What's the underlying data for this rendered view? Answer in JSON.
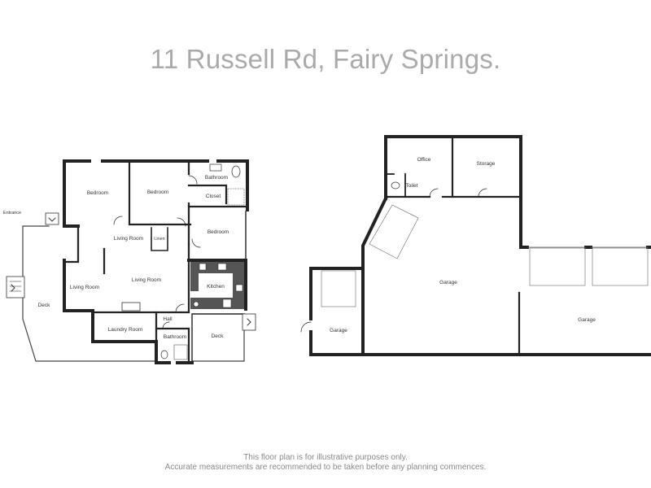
{
  "title": "11 Russell Rd, Fairy Springs.",
  "rooms": {
    "bedroom_1": "Bedroom",
    "bedroom_2": "Bedroom",
    "bathroom_1": "Bathroom",
    "closet": "Closet",
    "bedroom_3": "Bedroom",
    "living_room_1": "Living Room",
    "linen": "Linen",
    "living_room_2": "Living Room",
    "living_room_3": "Living Room",
    "kitchen": "Kitchen",
    "deck_1": "Deck",
    "hall": "Hall",
    "laundry_room": "Laundry Room",
    "bathroom_2": "Bathroom",
    "deck_2": "Deck",
    "entrance": "Entrance",
    "office": "Office",
    "storage": "Storage",
    "toilet": "Toilet",
    "garage_1": "Garage",
    "garage_2": "Garage",
    "garage_3": "Garage"
  },
  "disclaimer": {
    "line1": "This floor plan is for illustrative purposes only.",
    "line2": "Accurate measurements are recommended to be taken before any planning commences."
  }
}
